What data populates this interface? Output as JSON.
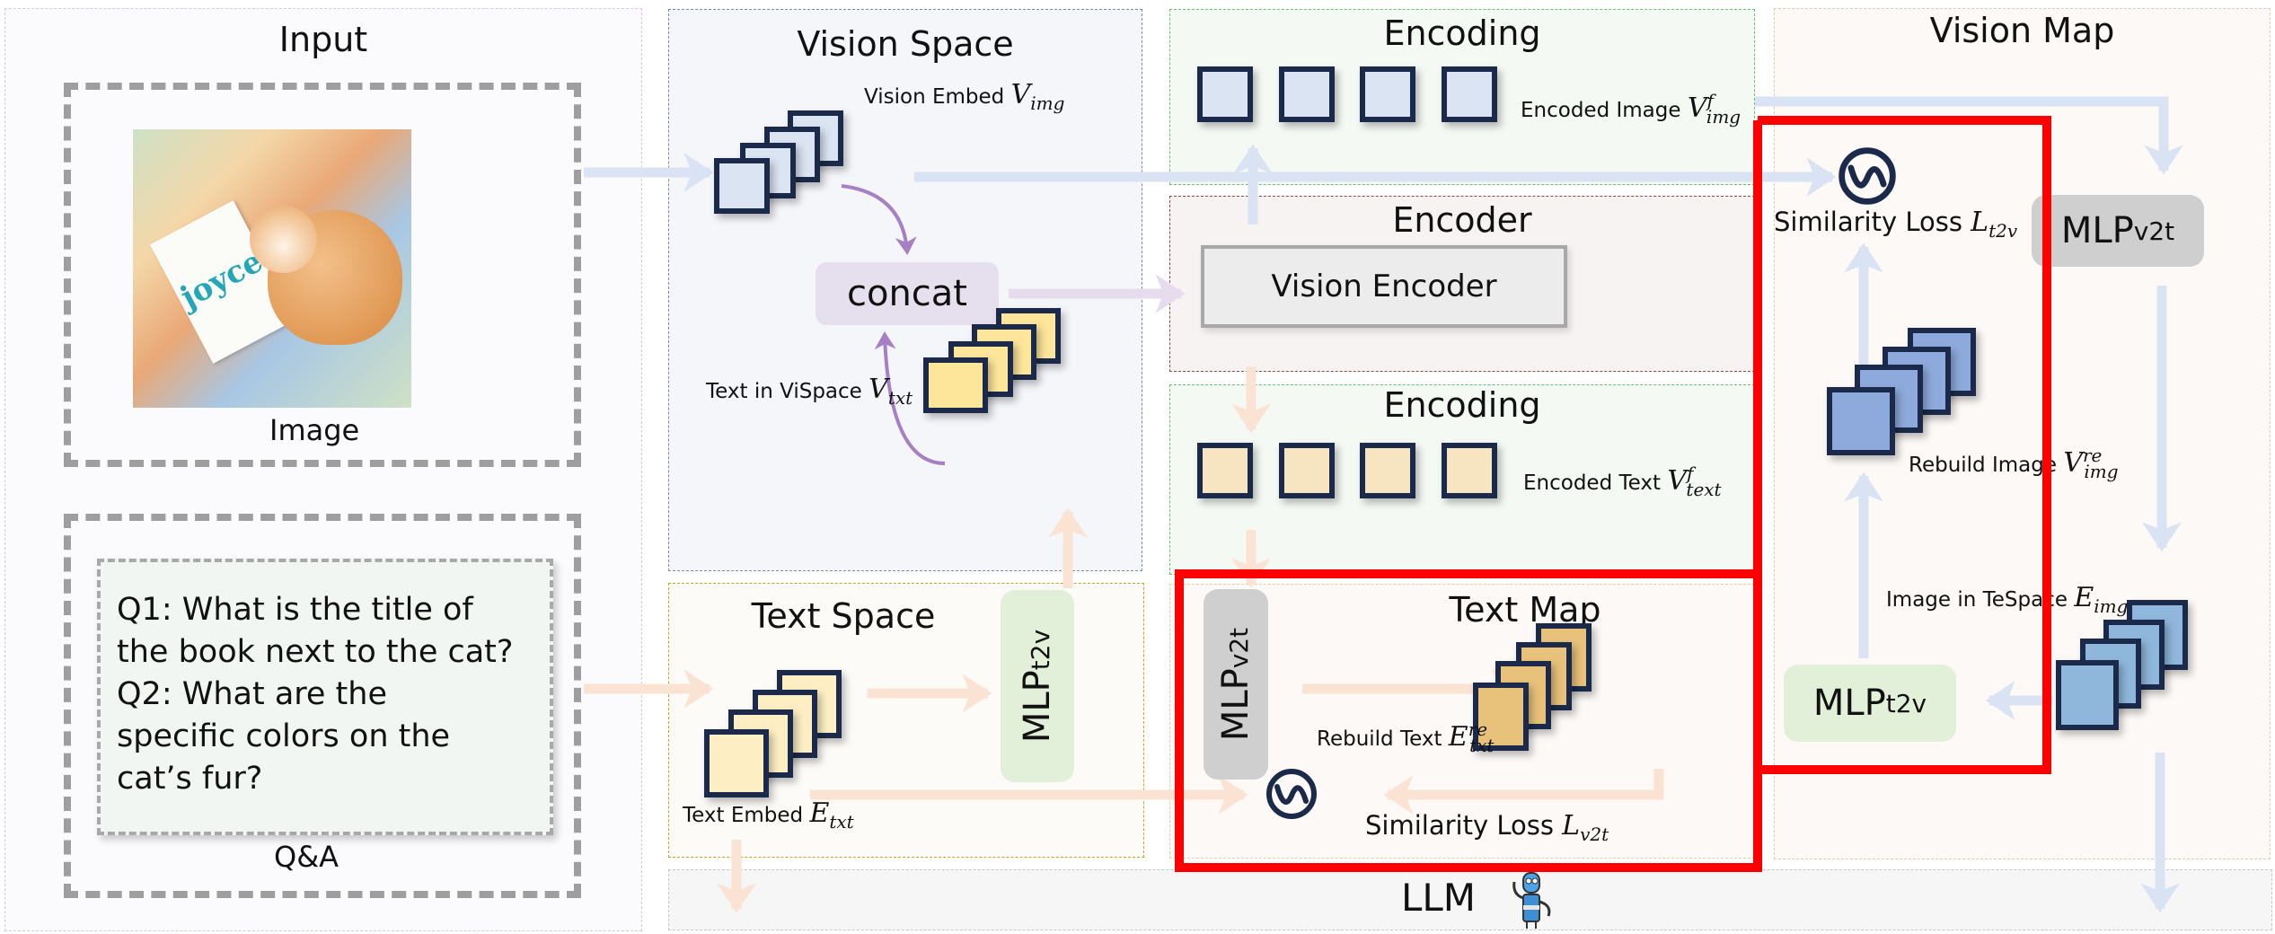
{
  "input": {
    "title": "Input",
    "image_caption": "Image",
    "book_title_on_image": "joyce",
    "qa_caption": "Q&A",
    "qa_lines": [
      "Q1: What is the title of",
      "the book next to the cat?",
      "Q2: What are the",
      "specific colors on the",
      "cat’s fur?"
    ]
  },
  "vision_space": {
    "title": "Vision Space",
    "vision_embed_label": "Vision Embed",
    "vision_embed_symbol": "V",
    "vision_embed_sub": "img",
    "concat_label": "concat",
    "text_in_vispace_label": "Text in ViSpace",
    "text_in_vispace_symbol": "V",
    "text_in_vispace_sub": "txt"
  },
  "text_space": {
    "title": "Text Space",
    "mlp_main": "MLP",
    "mlp_sub": "t2v",
    "text_embed_label": "Text Embed",
    "text_embed_symbol": "E",
    "text_embed_sub": "txt"
  },
  "encoding_top": {
    "title": "Encoding",
    "label": "Encoded Image",
    "symbol": "V",
    "sup": "f",
    "sub": "img"
  },
  "encoder": {
    "title": "Encoder",
    "block_label": "Vision Encoder"
  },
  "encoding_bottom": {
    "title": "Encoding",
    "label": "Encoded Text",
    "symbol": "V",
    "sup": "f",
    "sub": "text"
  },
  "text_map": {
    "title": "Text Map",
    "mlp_main": "MLP",
    "mlp_sub": "v2t",
    "rebuild_label": "Rebuild Text",
    "rebuild_symbol": "E",
    "rebuild_sup": "re",
    "rebuild_sub": "txt",
    "loss_label": "Similarity Loss",
    "loss_symbol": "L",
    "loss_sub": "v2t"
  },
  "vision_map": {
    "title": "Vision Map",
    "loss_label": "Similarity Loss",
    "loss_symbol": "L",
    "loss_sub": "t2v",
    "mlp_v2t_main": "MLP",
    "mlp_v2t_sub": "v2t",
    "rebuild_label": "Rebuild Image",
    "rebuild_symbol": "V",
    "rebuild_sup": "re",
    "rebuild_sub": "img",
    "image_in_tespace_label": "Image in TeSpace",
    "image_in_tespace_symbol": "E",
    "image_in_tespace_sub": "img",
    "mlp_t2v_main": "MLP",
    "mlp_t2v_sub": "t2v"
  },
  "llm": {
    "label": "LLM",
    "icon": "robot-icon"
  },
  "colors": {
    "highlight_red": "#ff0000",
    "vision_arrow": "#d9e3f3",
    "text_arrow": "#fbe3d3",
    "concat_arrow": "#a67fc4",
    "tile_border": "#1b2a4a",
    "vision_tile": "#dbe4f3",
    "text_tile": "#fdefc3",
    "vispace_text_tile": "#fde59a",
    "encoded_text_tile": "#f7e4c1",
    "rebuild_text_tile": "#e8c27a",
    "rebuild_image_tile": "#8eaadc",
    "tespace_image_tile": "#8fb7dc",
    "mlp_green": "#e2efd9",
    "mlp_gray": "#cfcfcf"
  }
}
